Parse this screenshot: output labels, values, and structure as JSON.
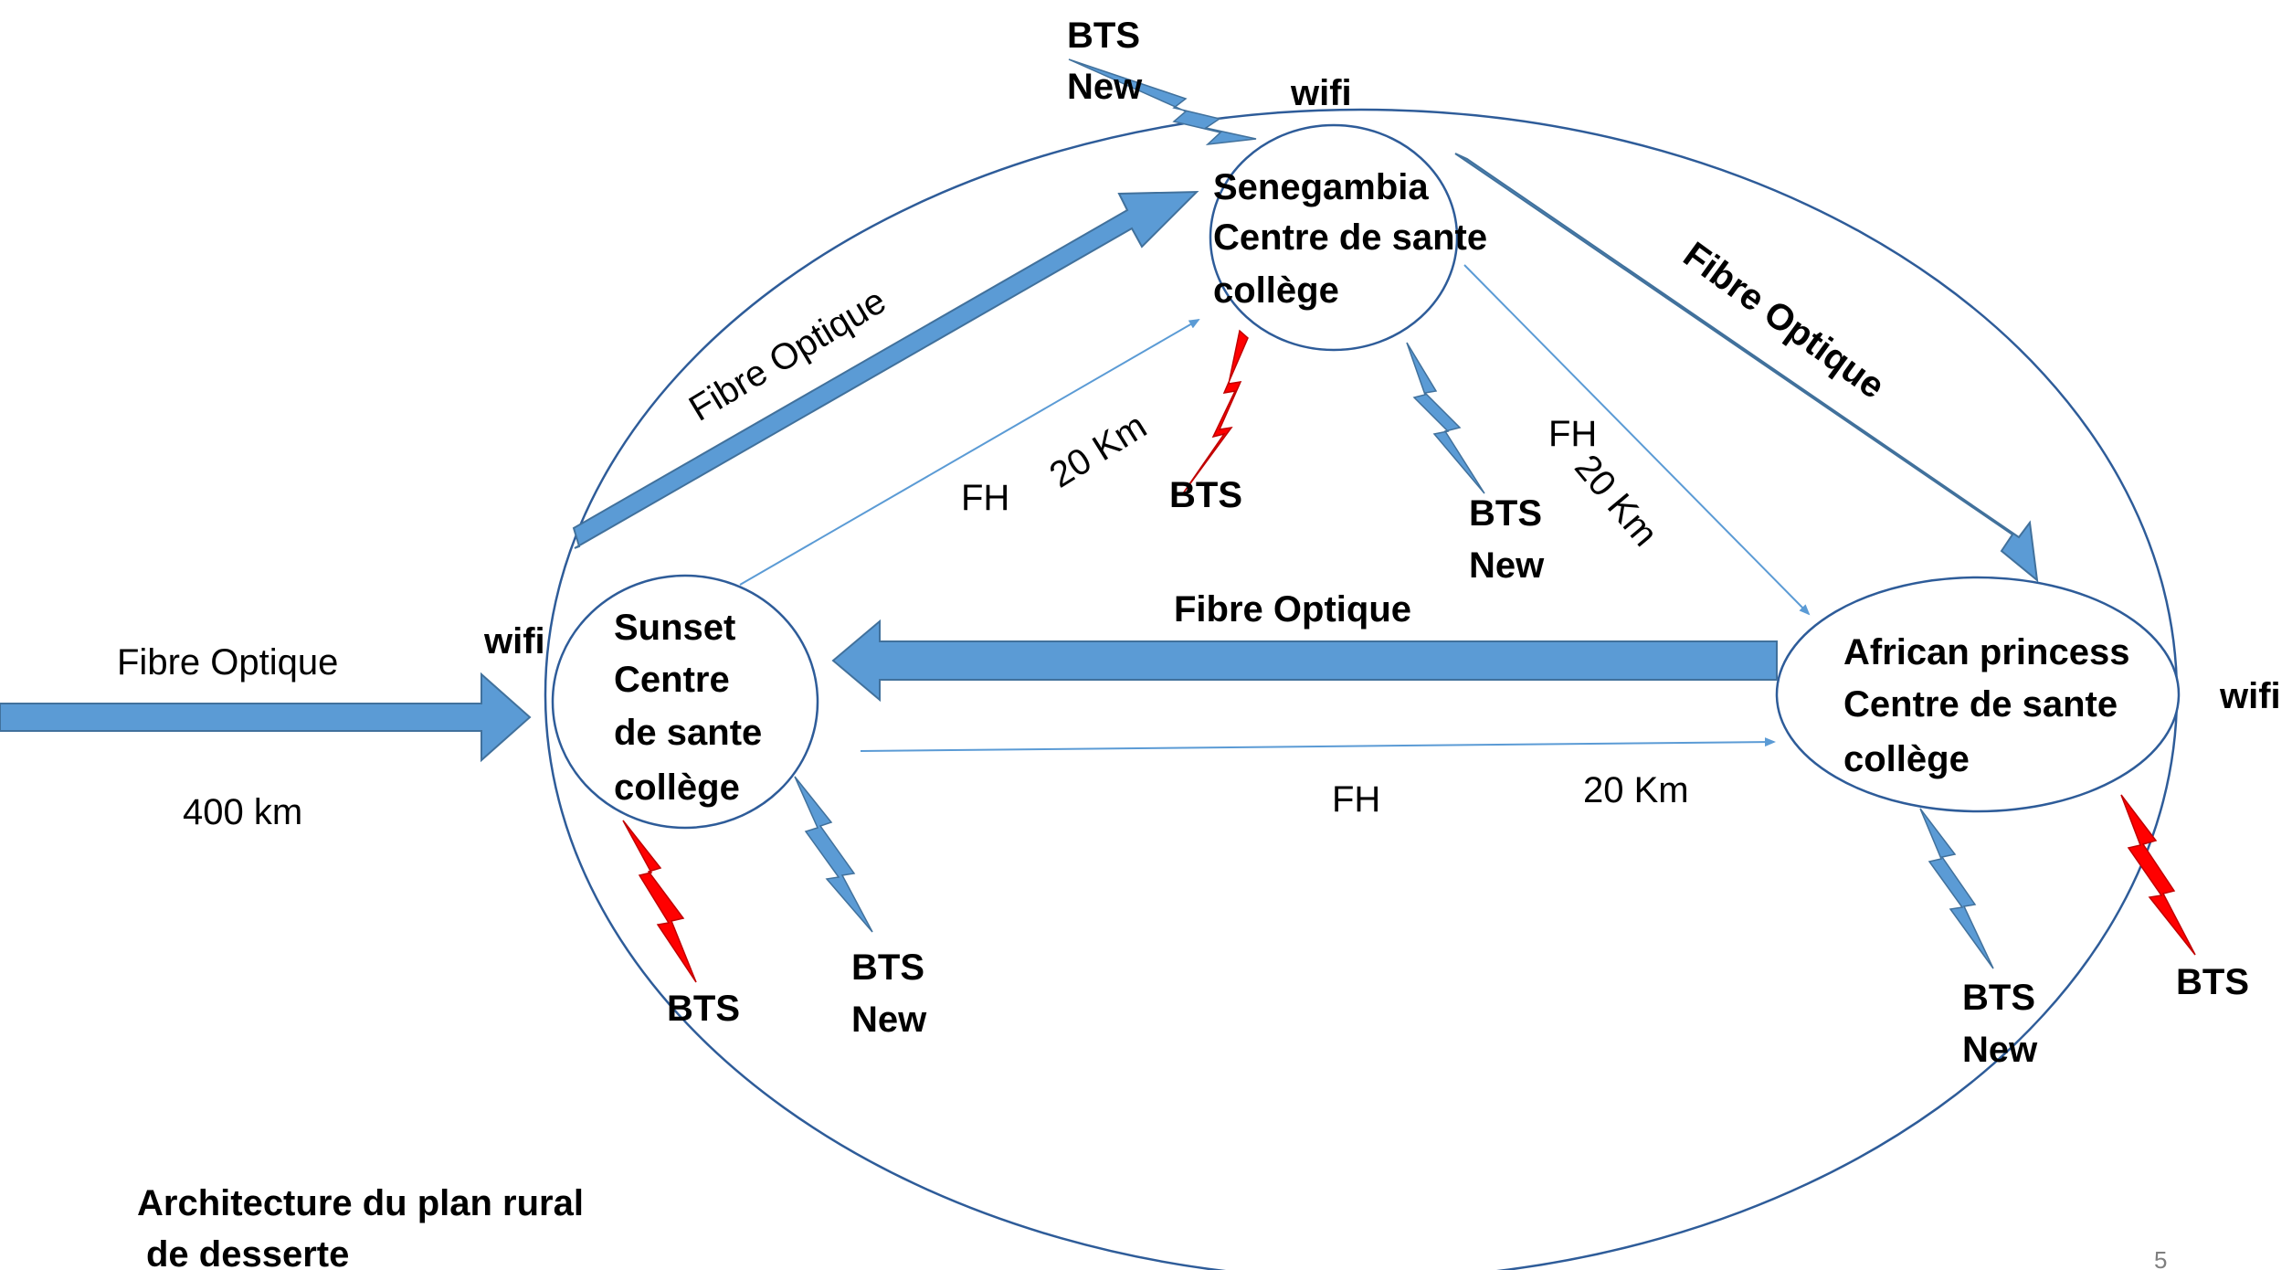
{
  "nodes": {
    "senegambia": [
      "Senegambia",
      "Centre de sante",
      "collège"
    ],
    "sunset": [
      "Sunset",
      "Centre",
      "de sante",
      "collège"
    ],
    "african": [
      "African princess",
      "Centre de sante",
      "collège"
    ]
  },
  "labels": {
    "fibre_optique": "Fibre Optique",
    "fh": "FH",
    "km20": "20 Km",
    "km400": "400 km",
    "wifi": "wifi",
    "bts": "BTS",
    "new": "New"
  },
  "caption": [
    "Architecture du plan rural",
    "de desserte"
  ],
  "page_number": "5",
  "colors": {
    "arrow_fill": "#5b9bd5",
    "arrow_stroke": "#41719c",
    "outline": "#2e5c99",
    "bts_existing": "#ff0000",
    "bts_new": "#5b9bd5"
  }
}
